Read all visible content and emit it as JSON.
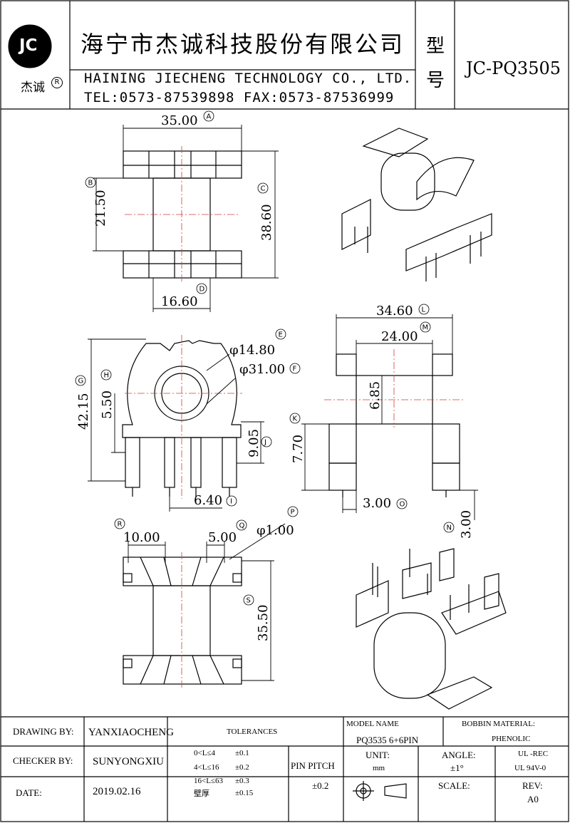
{
  "header": {
    "logo_text": "JC",
    "logo_sub": "杰诚",
    "registered_mark": "R",
    "company_cn": "海宁市杰诚科技股份有限公司",
    "company_en": "HAINING JIECHENG TECHNOLOGY CO., LTD.",
    "contact": "TEL:0573-87539898   FAX:0573-87536999",
    "type_label_1": "型",
    "type_label_2": "号",
    "part_number": "JC-PQ3505"
  },
  "dimensions": {
    "A": {
      "value": "35.00",
      "tag": "A"
    },
    "B": {
      "value": "21.50",
      "tag": "B"
    },
    "C": {
      "value": "38.60",
      "tag": "C"
    },
    "D": {
      "value": "16.60",
      "tag": "D"
    },
    "E": {
      "value": "φ14.80",
      "tag": "E"
    },
    "F": {
      "value": "φ31.00",
      "tag": "F"
    },
    "G": {
      "value": "42.15",
      "tag": "G"
    },
    "H": {
      "value": "5.50",
      "tag": "H"
    },
    "I": {
      "value": "6.40",
      "tag": "I"
    },
    "J": {
      "value": "9.05",
      "tag": "J"
    },
    "K": {
      "value": "7.70",
      "tag": "K"
    },
    "L": {
      "value": "34.60",
      "tag": "L"
    },
    "M": {
      "value": "24.00",
      "tag": "M"
    },
    "N": {
      "value": "3.00",
      "tag": "N"
    },
    "O": {
      "value": "3.00",
      "tag": "O"
    },
    "P": {
      "value": "φ1.00",
      "tag": "P"
    },
    "Q": {
      "value": "5.00",
      "tag": "Q"
    },
    "R": {
      "value": "10.00",
      "tag": "R"
    },
    "S": {
      "value": "35.50",
      "tag": "S"
    },
    "core": {
      "value": "6.85"
    }
  },
  "title_block": {
    "drawing_by_label": "DRAWING  BY:",
    "drawing_by": "YANXIAOCHENG",
    "checker_by_label": "CHECKER  BY:",
    "checker_by": "SUNYONGXIU",
    "date_label": "DATE:",
    "date": "2019.02.16",
    "tolerances_label": "TOLERANCES",
    "tol_rows": [
      {
        "range": "0<L≤4",
        "tol": "±0.1"
      },
      {
        "range": "4<L≤16",
        "tol": "±0.2"
      },
      {
        "range": "16<L≤63",
        "tol": "±0.3"
      },
      {
        "range": "壁厚",
        "tol": "±0.15"
      }
    ],
    "pin_pitch_label": "PIN PITCH",
    "pin_pitch_tol": "±0.2",
    "model_name_label": "MODEL NAME",
    "model_name": "PQ3535  6+6PIN",
    "bobbin_material_label": "BOBBIN MATERIAL:",
    "bobbin_material": "PHENOLIC",
    "unit_label": "UNIT:",
    "unit": "mm",
    "angle_label": "ANGLE:",
    "angle": "±1°",
    "ul_1": "UL -REC",
    "ul_2": "UL  94V-0",
    "scale_label": "SCALE:",
    "rev_label": "REV:",
    "rev": "A0"
  }
}
